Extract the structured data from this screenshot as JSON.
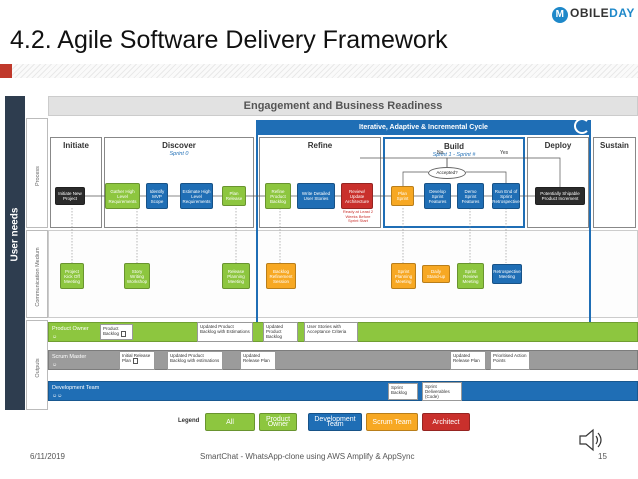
{
  "slide": {
    "title": "4.2. Agile Software Delivery Framework",
    "logo": {
      "part1": "M",
      "part2": "OBILE",
      "part3": "DAY"
    },
    "footer": {
      "date": "6/11/2019",
      "center": "SmartChat - WhatsApp-clone using AWS Amplify & AppSync",
      "page": "15"
    }
  },
  "diagram": {
    "side_main": "User needs",
    "side_labels": {
      "process": "Process",
      "comm": "Communication Medium",
      "outputs": "Outputs"
    },
    "banner": "Engagement and Business Readiness",
    "iter_head": "Iterative, Adaptive & Incremental Cycle",
    "phases": {
      "initiate": {
        "title": "Initiate"
      },
      "discover": {
        "title": "Discover",
        "sub": "Sprint 0"
      },
      "refine": {
        "title": "Refine"
      },
      "build": {
        "title": "Build",
        "sub": "Sprint 1 - Sprint #"
      },
      "deploy": {
        "title": "Deploy"
      },
      "sustain": {
        "title": "Sustain"
      }
    },
    "process": {
      "initiate_new": "Initiate New Project",
      "gather": "Gather High Level Requirements",
      "identify_mvp": "Identify MVP Scope",
      "estimate": "Estimate High Level Requirements",
      "plan_release": "Plan Release",
      "refine_backlog": "Refine Product Backlog",
      "write_stories": "Write Detailed User Stories",
      "review_arch": "Review/ Update Architecture",
      "ready_note": "Ready at Least 2 Weeks Before Sprint Start",
      "plan_sprint": "Plan Sprint",
      "develop": "Develop Sprint Features",
      "demo": "Demo Sprint Features",
      "run_end": "Run End of Sprint Retrospective",
      "ship": "Potentially Shipable Product Increment",
      "accepted": "Accepted?",
      "no": "No",
      "yes": "Yes"
    },
    "comm": {
      "kickoff": "Project Kick Off Meeting",
      "story_writing": "Story Writing Workshop",
      "release_planning": "Release Planning Meeting",
      "backlog_refinement": "Backlog Refinement Session",
      "sprint_planning": "Sprint Planning Meeting",
      "daily_standup": "Daily Stand-up",
      "sprint_review": "Sprint Review Meeting",
      "retrospective": "Retrospective Meeting"
    },
    "lanes": {
      "po": "Product Owner",
      "sm": "Scrum Master",
      "dev": "Development Team"
    },
    "outputs": {
      "product_backlog": "Product Backlog",
      "updated_backlog_est": "Updated Product Backlog with Estimations",
      "updated_backlog": "Updated Product Backlog",
      "user_stories": "User Stories with Acceptance Criteria",
      "initial_release": "Initial Release Plan",
      "updated_backlog_est2": "Updated Product Backlog with estimations",
      "updated_release": "Updated Release Plan",
      "updated_release2": "Updated Release Plan",
      "prioritised_actions": "Prioritised Action Points",
      "sprint_backlog": "Sprint Backlog",
      "sprint_deliverables": "Sprint Deliverables (Code)"
    },
    "legend": {
      "label": "Legend",
      "all": "All",
      "po": "Product Owner",
      "dev": "Development Team",
      "scrum": "Scrum Team",
      "arch": "Architect"
    }
  },
  "colors": {
    "green": "#8dc63f",
    "blue": "#1f6eb5",
    "dark": "#2b2b2b",
    "orange": "#f7a823",
    "red": "#c9302c",
    "grey_lane": "#9b9b9b"
  }
}
